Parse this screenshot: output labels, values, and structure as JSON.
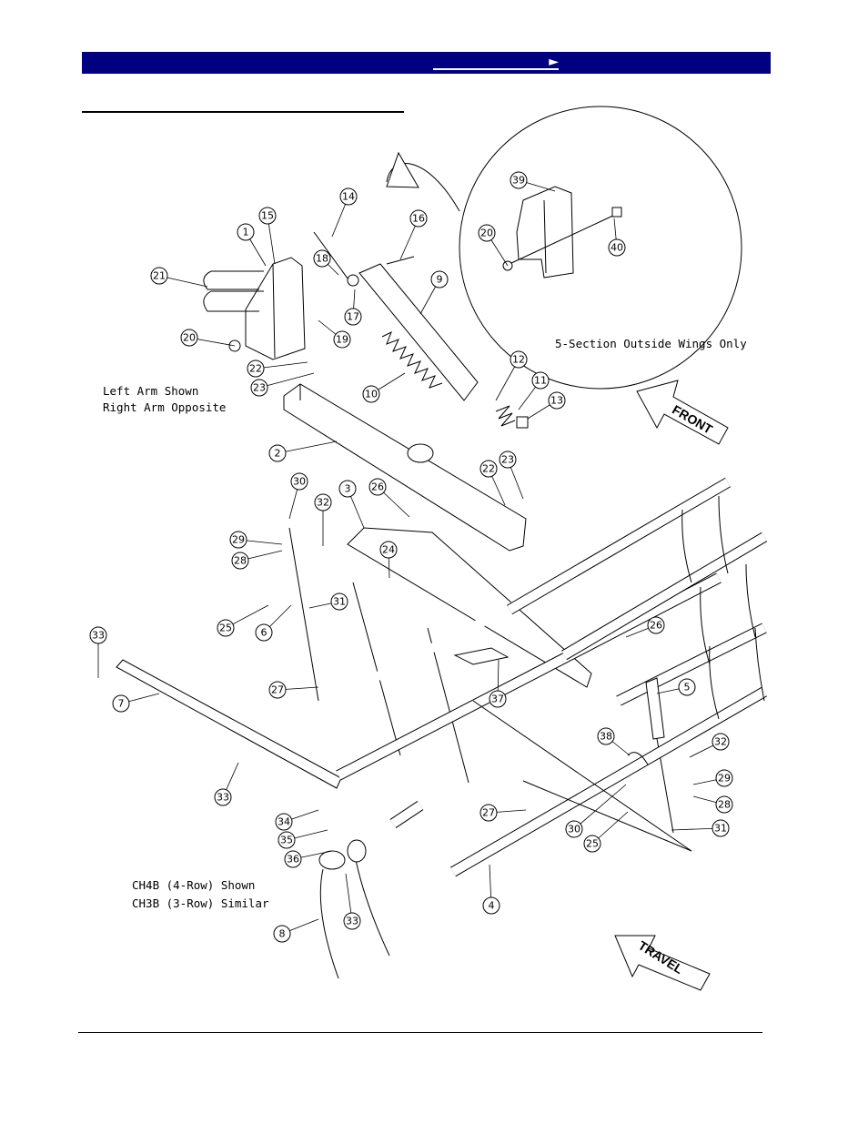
{
  "header": {
    "nav_link": "►"
  },
  "notes": {
    "arm_line1": "Left Arm Shown",
    "arm_line2": "Right Arm Opposite",
    "wings": "5-Section Outside Wings Only",
    "model_line1": "CH4B (4-Row) Shown",
    "model_line2": "CH3B (3-Row) Similar"
  },
  "arrows": {
    "front": "FRONT",
    "travel": "TRAVEL"
  },
  "callouts": [
    "1",
    "2",
    "3",
    "4",
    "5",
    "6",
    "7",
    "8",
    "9",
    "10",
    "11",
    "12",
    "13",
    "14",
    "15",
    "16",
    "17",
    "18",
    "19",
    "20",
    "20",
    "21",
    "22",
    "22",
    "23",
    "23",
    "24",
    "25",
    "25",
    "26",
    "26",
    "27",
    "27",
    "28",
    "28",
    "29",
    "29",
    "30",
    "30",
    "31",
    "31",
    "32",
    "32",
    "33",
    "33",
    "33",
    "34",
    "35",
    "36",
    "37",
    "38",
    "39",
    "40"
  ]
}
